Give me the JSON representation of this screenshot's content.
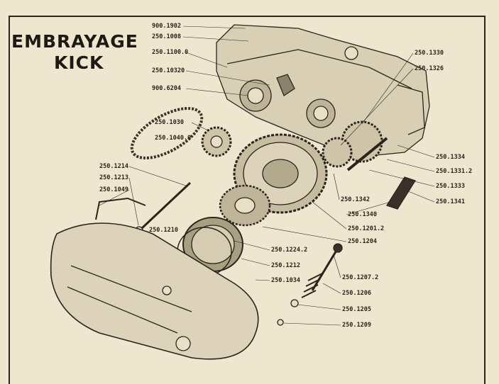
{
  "title_line1": "EMBRAYAGE",
  "title_line2": "KICK",
  "labels": [
    {
      "id": "p1",
      "text": "900.1902"
    },
    {
      "id": "p2",
      "text": "250.1008"
    },
    {
      "id": "p3",
      "text": "250.1100.0"
    },
    {
      "id": "p4",
      "text": "250.10320"
    },
    {
      "id": "p5",
      "text": "900.6204"
    },
    {
      "id": "p6",
      "text": "250.1030"
    },
    {
      "id": "p7",
      "text": "250.1040.0"
    },
    {
      "id": "p8",
      "text": "250.1214"
    },
    {
      "id": "p9",
      "text": "250.1213"
    },
    {
      "id": "p10",
      "text": "250.1049"
    },
    {
      "id": "p11",
      "text": "250.1210"
    },
    {
      "id": "p12",
      "text": "250.1330"
    },
    {
      "id": "p13",
      "text": "250.1326"
    },
    {
      "id": "p14",
      "text": "250.1334"
    },
    {
      "id": "p15",
      "text": "250.1331.2"
    },
    {
      "id": "p16",
      "text": "250.1333"
    },
    {
      "id": "p17",
      "text": "250.1341"
    },
    {
      "id": "p18",
      "text": "250.1342"
    },
    {
      "id": "p19",
      "text": "250.1340"
    },
    {
      "id": "p20",
      "text": "250.1201.2"
    },
    {
      "id": "p21",
      "text": "250.1204"
    },
    {
      "id": "p22",
      "text": "250.1224.2"
    },
    {
      "id": "p23",
      "text": "250.1212"
    },
    {
      "id": "p24",
      "text": "250.1034"
    },
    {
      "id": "p25",
      "text": "250.1207.2"
    },
    {
      "id": "p26",
      "text": "250.1206"
    },
    {
      "id": "p27",
      "text": "250.1205"
    },
    {
      "id": "p28",
      "text": "250.1209"
    }
  ]
}
